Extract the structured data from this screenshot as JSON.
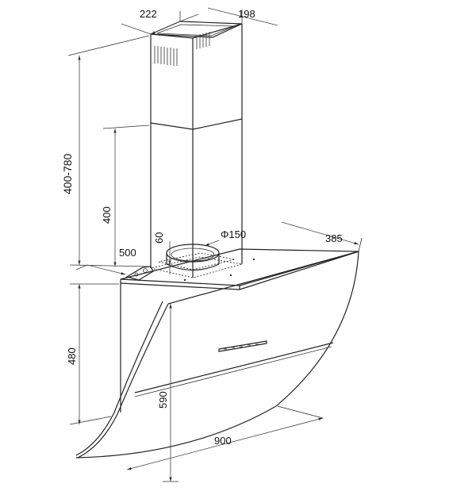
{
  "diagram": {
    "dimensions": {
      "chimney_width": "222",
      "chimney_depth": "198",
      "total_chimney_height": "400-780",
      "lower_chimney_height": "400",
      "duct_offset_depth": "60",
      "duct_diameter": "Φ150",
      "wall_offset": "500",
      "hood_depth": "385",
      "hood_height": "480",
      "bottom_height": "590",
      "hood_width": "900"
    },
    "colors": {
      "line": "#222222",
      "background": "#ffffff"
    }
  }
}
